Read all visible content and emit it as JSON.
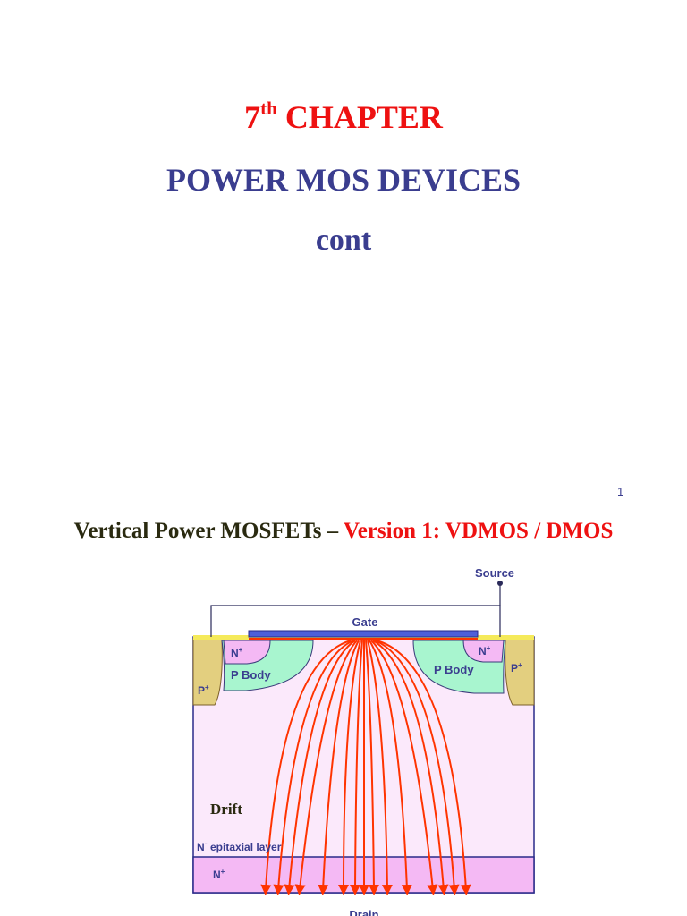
{
  "slide1": {
    "chapter_number": "7",
    "chapter_suffix": "th",
    "chapter_word": "CHAPTER",
    "title": "POWER MOS DEVICES",
    "subtitle": "cont",
    "page_number": "1"
  },
  "slide2": {
    "heading_prefix": "Vertical Power MOSFETs – ",
    "heading_highlight": "Version 1: VDMOS / DMOS",
    "diagram": {
      "source": "Source",
      "gate": "Gate",
      "n_plus": "N",
      "plus_sup": "+",
      "p_body": "P Body",
      "p_plus": "P",
      "drift": "Drift",
      "epi_n": "N",
      "epi_minus": "-",
      "epi_rest": " epitaxial layer",
      "substrate_n": "N",
      "drain": "Drain"
    },
    "colors": {
      "title_red": "#ee1111",
      "title_blue": "#3a3d8f",
      "current_lines": "#ff3300",
      "p_body": "#a8f5cf",
      "p_plus": "#e3cf7f",
      "drift": "#fbe9fb",
      "n_plus": "#f4b9f4"
    }
  }
}
